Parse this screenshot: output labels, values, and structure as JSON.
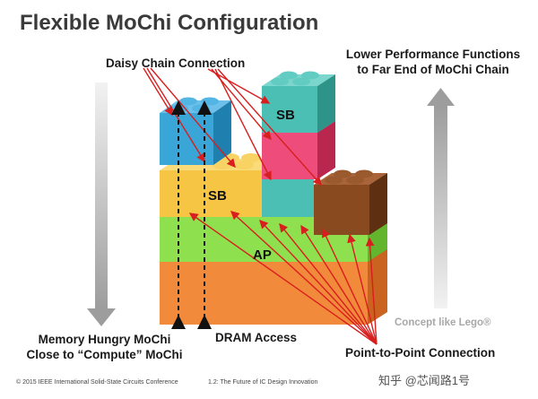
{
  "slide": {
    "title": "Flexible MoChi Configuration",
    "labels": {
      "daisy_chain": "Daisy Chain Connection",
      "lower_performance": [
        "Lower Performance Functions",
        "to Far End of MoChi Chain"
      ],
      "memory_hungry": [
        "Memory Hungry MoChi",
        "Close to “Compute” MoChi"
      ],
      "dram_access": "DRAM Access",
      "point_to_point": "Point-to-Point Connection",
      "concept": "Concept like Lego®"
    },
    "bricks": {
      "sb_upper": "SB",
      "sb_middle": "SB",
      "ap": "AP"
    },
    "footer": {
      "left": "© 2015 IEEE International Solid-State Circuits Conference",
      "center": "1.2: The Future of IC Design Innovation"
    },
    "watermark": "知乎 @芯闻路1号"
  },
  "colors": {
    "orange_brick": "#f28a3c",
    "green_brick": "#8ee04e",
    "yellow_brick": "#f6c543",
    "teal_brick": "#4bbfb4",
    "blue_brick": "#3aa6d8",
    "brown_brick": "#8a4a1f",
    "pink_brick": "#ee4d7c",
    "arrow_red": "#d81e1e",
    "side_arrow_gray": "#b9b9b9"
  }
}
